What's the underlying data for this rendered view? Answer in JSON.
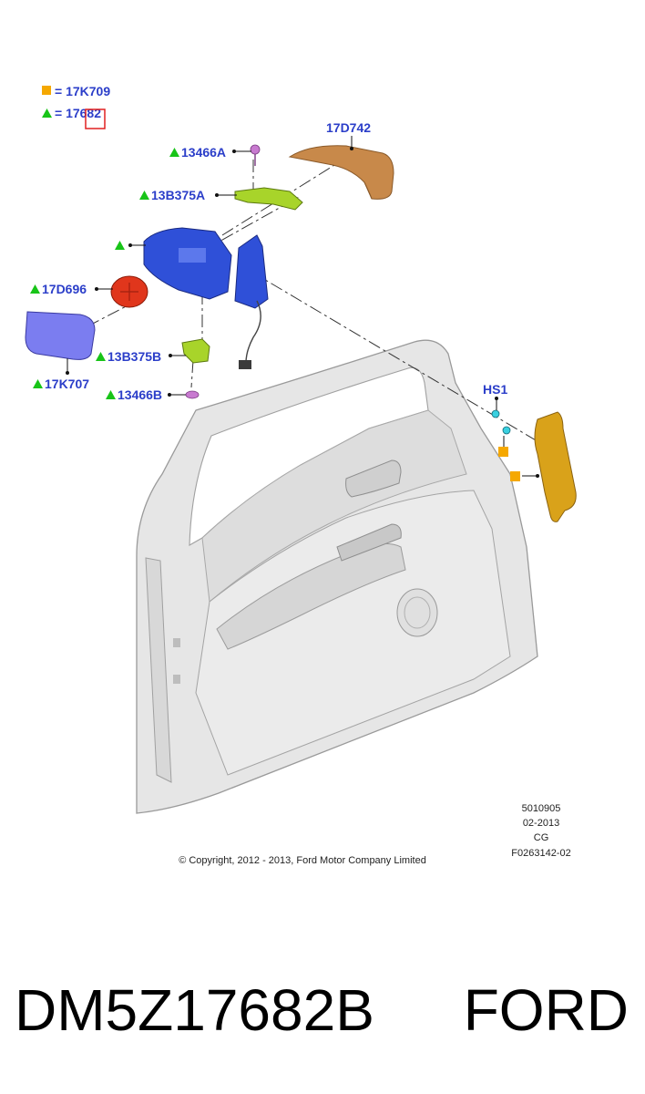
{
  "legend": {
    "square_label": "= 17K709",
    "triangle_label": "= 17682"
  },
  "labels": {
    "cover": "17D742",
    "screw_top": "13466A",
    "bracket_top": "13B375A",
    "motor": "17D696",
    "glass": "17K707",
    "bracket_bottom": "13B375B",
    "screw_bottom": "13466B",
    "hs1": "HS1"
  },
  "meta": {
    "line1": "5010905",
    "line2": "02-2013",
    "line3": "CG",
    "line4": "F0263142-02"
  },
  "copyright": "© Copyright, 2012 - 2013, Ford Motor Company Limited",
  "footer": {
    "part_number": "DM5Z17682B",
    "brand": "FORD"
  },
  "colors": {
    "label_blue": "#2b3ec9",
    "triangle_green": "#18c418",
    "square_orange": "#f5a800",
    "highlight_red": "#e02020",
    "housing_blue": "#2f50d8",
    "cover_tan": "#c8894a",
    "bracket_green": "#a8d42a",
    "motor_red": "#e0361c",
    "glass_lavender": "#7b7df0",
    "trim_gold": "#d9a21a",
    "door_grey": "#e2e2e2"
  }
}
